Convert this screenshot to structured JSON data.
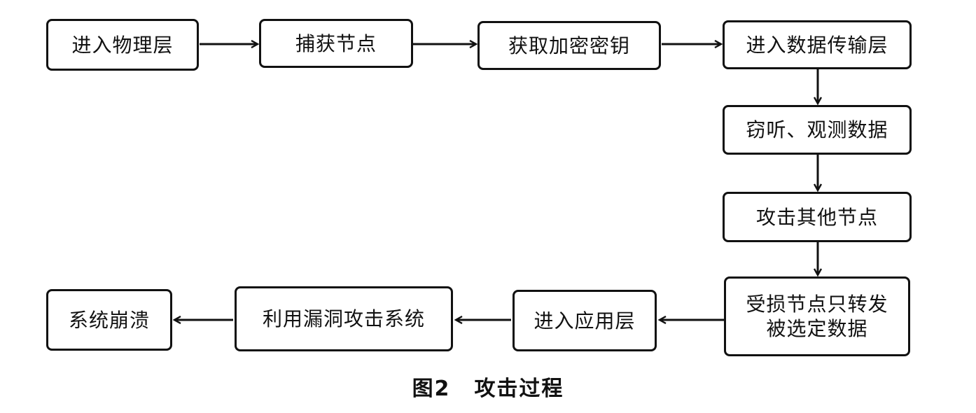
{
  "diagram": {
    "nodes": [
      {
        "id": "n1",
        "label": "进入物理层"
      },
      {
        "id": "n2",
        "label": "捕获节点"
      },
      {
        "id": "n3",
        "label": "获取加密密钥"
      },
      {
        "id": "n4",
        "label": "进入数据传输层"
      },
      {
        "id": "n5",
        "label": "窃听、观测数据"
      },
      {
        "id": "n6",
        "label": "攻击其他节点"
      },
      {
        "id": "n7",
        "label": "受损节点只转发\n被选定数据"
      },
      {
        "id": "n8",
        "label": "进入应用层"
      },
      {
        "id": "n9",
        "label": "利用漏洞攻击系统"
      },
      {
        "id": "n10",
        "label": "系统崩溃"
      }
    ],
    "edges": [
      {
        "from": "n1",
        "to": "n2"
      },
      {
        "from": "n2",
        "to": "n3"
      },
      {
        "from": "n3",
        "to": "n4"
      },
      {
        "from": "n4",
        "to": "n5"
      },
      {
        "from": "n5",
        "to": "n6"
      },
      {
        "from": "n6",
        "to": "n7"
      },
      {
        "from": "n7",
        "to": "n8"
      },
      {
        "from": "n8",
        "to": "n9"
      },
      {
        "from": "n9",
        "to": "n10"
      }
    ]
  },
  "caption": {
    "figure_number": "图2",
    "title": "攻击过程"
  }
}
